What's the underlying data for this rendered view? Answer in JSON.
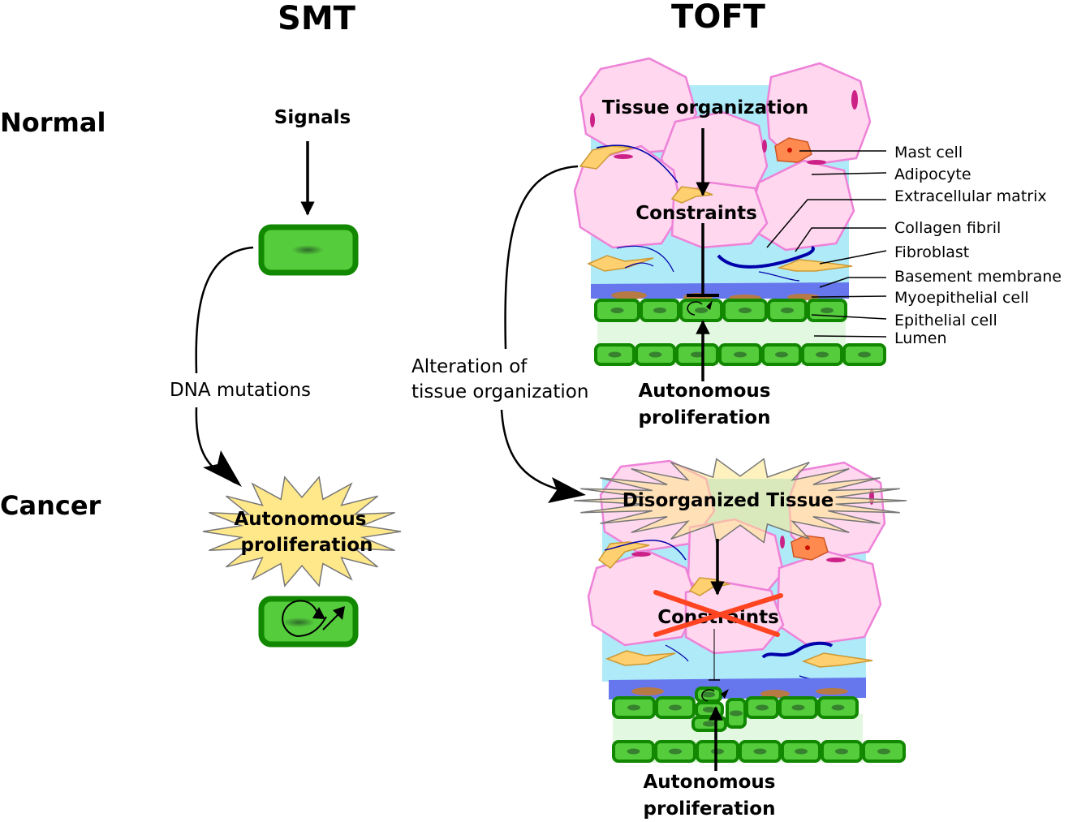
{
  "columns": {
    "smt": "SMT",
    "toft": "TOFT"
  },
  "rows": {
    "normal": "Normal",
    "cancer": "Cancer"
  },
  "smt": {
    "signals": "Signals",
    "mutation": "DNA mutations",
    "burst_line1": "Autonomous",
    "burst_line2": "proliferation"
  },
  "toft": {
    "tissue_organization": "Tissue organization",
    "constraints": "Constraints",
    "auto_line1": "Autonomous",
    "auto_line2": "proliferation",
    "alteration_line1": "Alteration of",
    "alteration_line2": "tissue organization",
    "disorganized": "Disorganized Tissue",
    "constraints_crossed": "Constraints",
    "auto2_line1": "Autonomous",
    "auto2_line2": "proliferation"
  },
  "legend": [
    "Mast cell",
    "Adipocyte",
    "Extracellular matrix",
    "Collagen fibril",
    "Fibroblast",
    "Basement membrane",
    "Myoepithelial cell",
    "Epithelial cell",
    "Lumen"
  ],
  "colors": {
    "epithelial_fill": "#55cc3c",
    "epithelial_stroke": "#118800",
    "adipocyte_fill": "#ffd7ee",
    "adipocyte_stroke": "#ee82d8",
    "stroma": "#aeeaf8",
    "basement": "#6677ee",
    "lumen": "#e3f8e0",
    "burst_fill": "#ffe88a",
    "burst_stroke": "#777777",
    "mast_fill": "#ff8a50",
    "fibroblast_fill": "#ffd070",
    "cross": "#ff4422"
  }
}
